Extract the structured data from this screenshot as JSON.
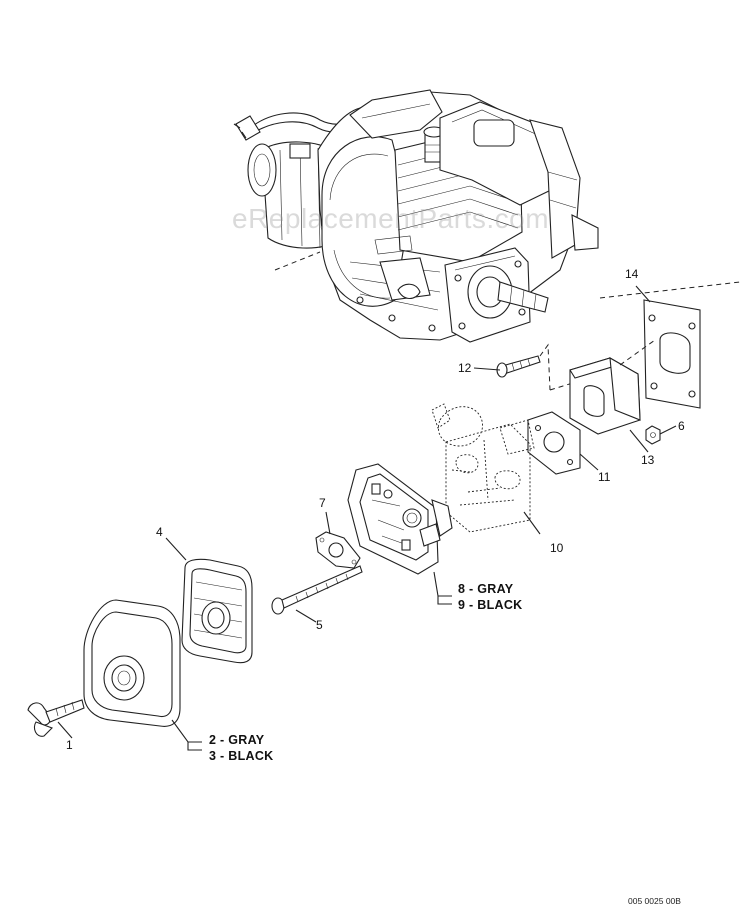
{
  "watermark": "eReplacementParts.com",
  "document_number": "005 0025 00B",
  "callouts": [
    {
      "id": "1",
      "label": "1"
    },
    {
      "id": "2",
      "label": "2 - GRAY"
    },
    {
      "id": "3",
      "label": "3 - BLACK"
    },
    {
      "id": "4",
      "label": "4"
    },
    {
      "id": "5",
      "label": "5"
    },
    {
      "id": "6",
      "label": "6"
    },
    {
      "id": "7",
      "label": "7"
    },
    {
      "id": "8",
      "label": "8 - GRAY"
    },
    {
      "id": "9",
      "label": "9 - BLACK"
    },
    {
      "id": "10",
      "label": "10"
    },
    {
      "id": "11",
      "label": "11"
    },
    {
      "id": "12",
      "label": "12"
    },
    {
      "id": "13",
      "label": "13"
    },
    {
      "id": "14",
      "label": "14"
    }
  ]
}
